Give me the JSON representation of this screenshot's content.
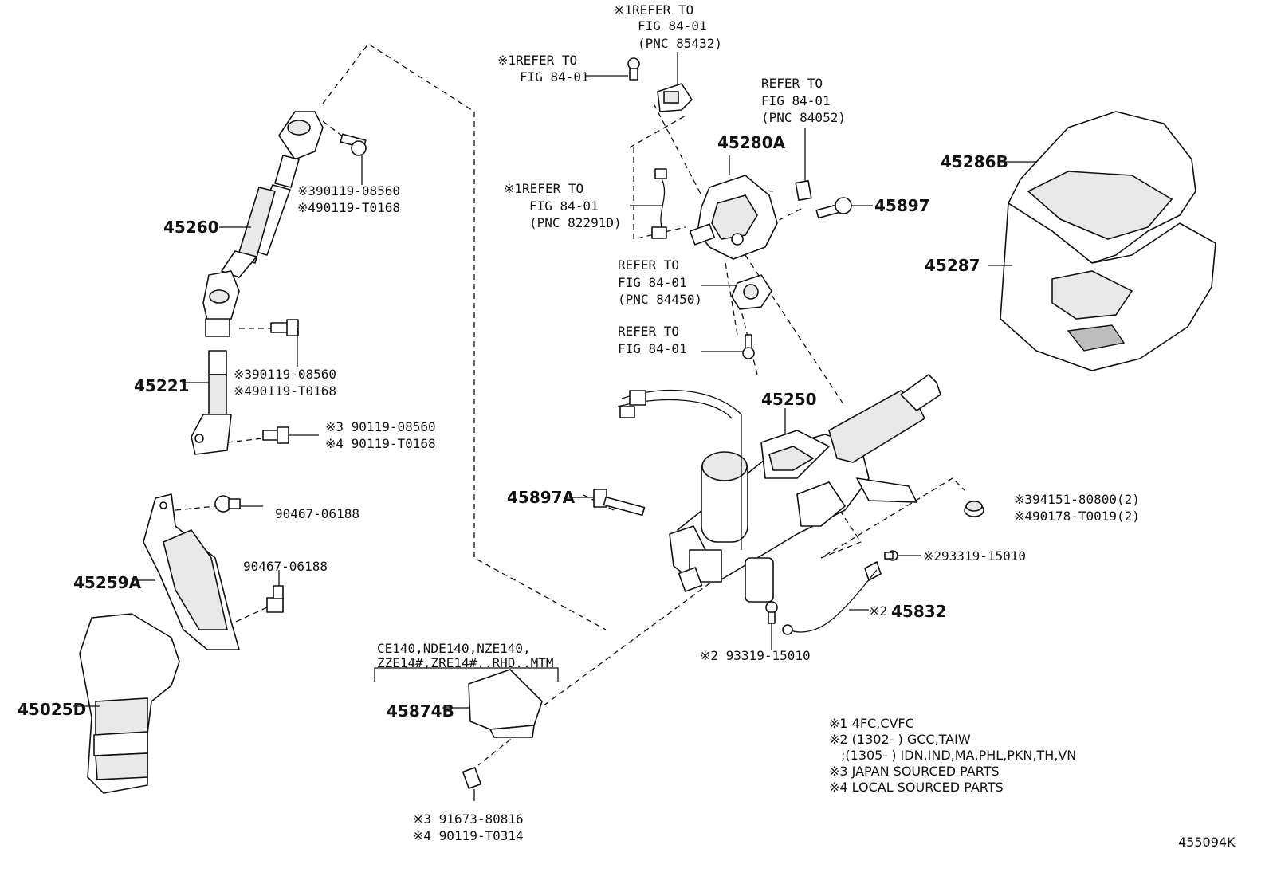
{
  "diagram_id": "455094K",
  "callouts": {
    "c_45260": "45260",
    "c_45221": "45221",
    "c_45259A": "45259A",
    "c_45025D": "45025D",
    "c_45874B": "45874B",
    "c_45280A": "45280A",
    "c_45897": "45897",
    "c_45286B": "45286B",
    "c_45287": "45287",
    "c_45250": "45250",
    "c_45897A": "45897A",
    "c_45832": "45832",
    "bolt1_a": "※390119-08560",
    "bolt1_b": "※490119-T0168",
    "bolt2_a": "※390119-08560",
    "bolt2_b": "※490119-T0168",
    "bolt3_a": "※3 90119-08560",
    "bolt3_b": "※4 90119-T0168",
    "clip1": "90467-06188",
    "clip2": "90467-06188",
    "nut_a": "※394151-80800(2)",
    "nut_b": "※490178-T0019(2)",
    "screw_a": "※293319-15010",
    "screw_b": "※2 93319-15010",
    "ground_prefix": "※2",
    "bottom_bolt_a": "※3 91673-80816",
    "bottom_bolt_b": "※4 90119-T0314"
  },
  "refs": {
    "r1_l1": "※1REFER TO",
    "r1_l2": "FIG 84-01",
    "r1_l3": "(PNC 85432)",
    "r2_l1": "※1REFER TO",
    "r2_l2": "FIG 84-01",
    "r3_l1": "REFER TO",
    "r3_l2": "FIG 84-01",
    "r3_l3": "(PNC 84052)",
    "r4_l1": "※1REFER TO",
    "r4_l2": "FIG 84-01",
    "r4_l3": "(PNC 82291D)",
    "r5_l1": "REFER TO",
    "r5_l2": "FIG 84-01",
    "r5_l3": "(PNC 84450)",
    "r6_l1": "REFER TO",
    "r6_l2": "FIG 84-01"
  },
  "applicability": {
    "line1": "CE140,NDE140,NZE140,",
    "line2": "ZZE14#,ZRE14#..RHD..MTM"
  },
  "notes": {
    "n1": "※1 4FC,CVFC",
    "n2": "※2 (1302-        ) GCC,TAIW",
    "n3": ";(1305-        ) IDN,IND,MA,PHL,PKN,TH,VN",
    "n4": "※3  JAPAN SOURCED PARTS",
    "n5": "※4  LOCAL SOURCED PARTS"
  }
}
